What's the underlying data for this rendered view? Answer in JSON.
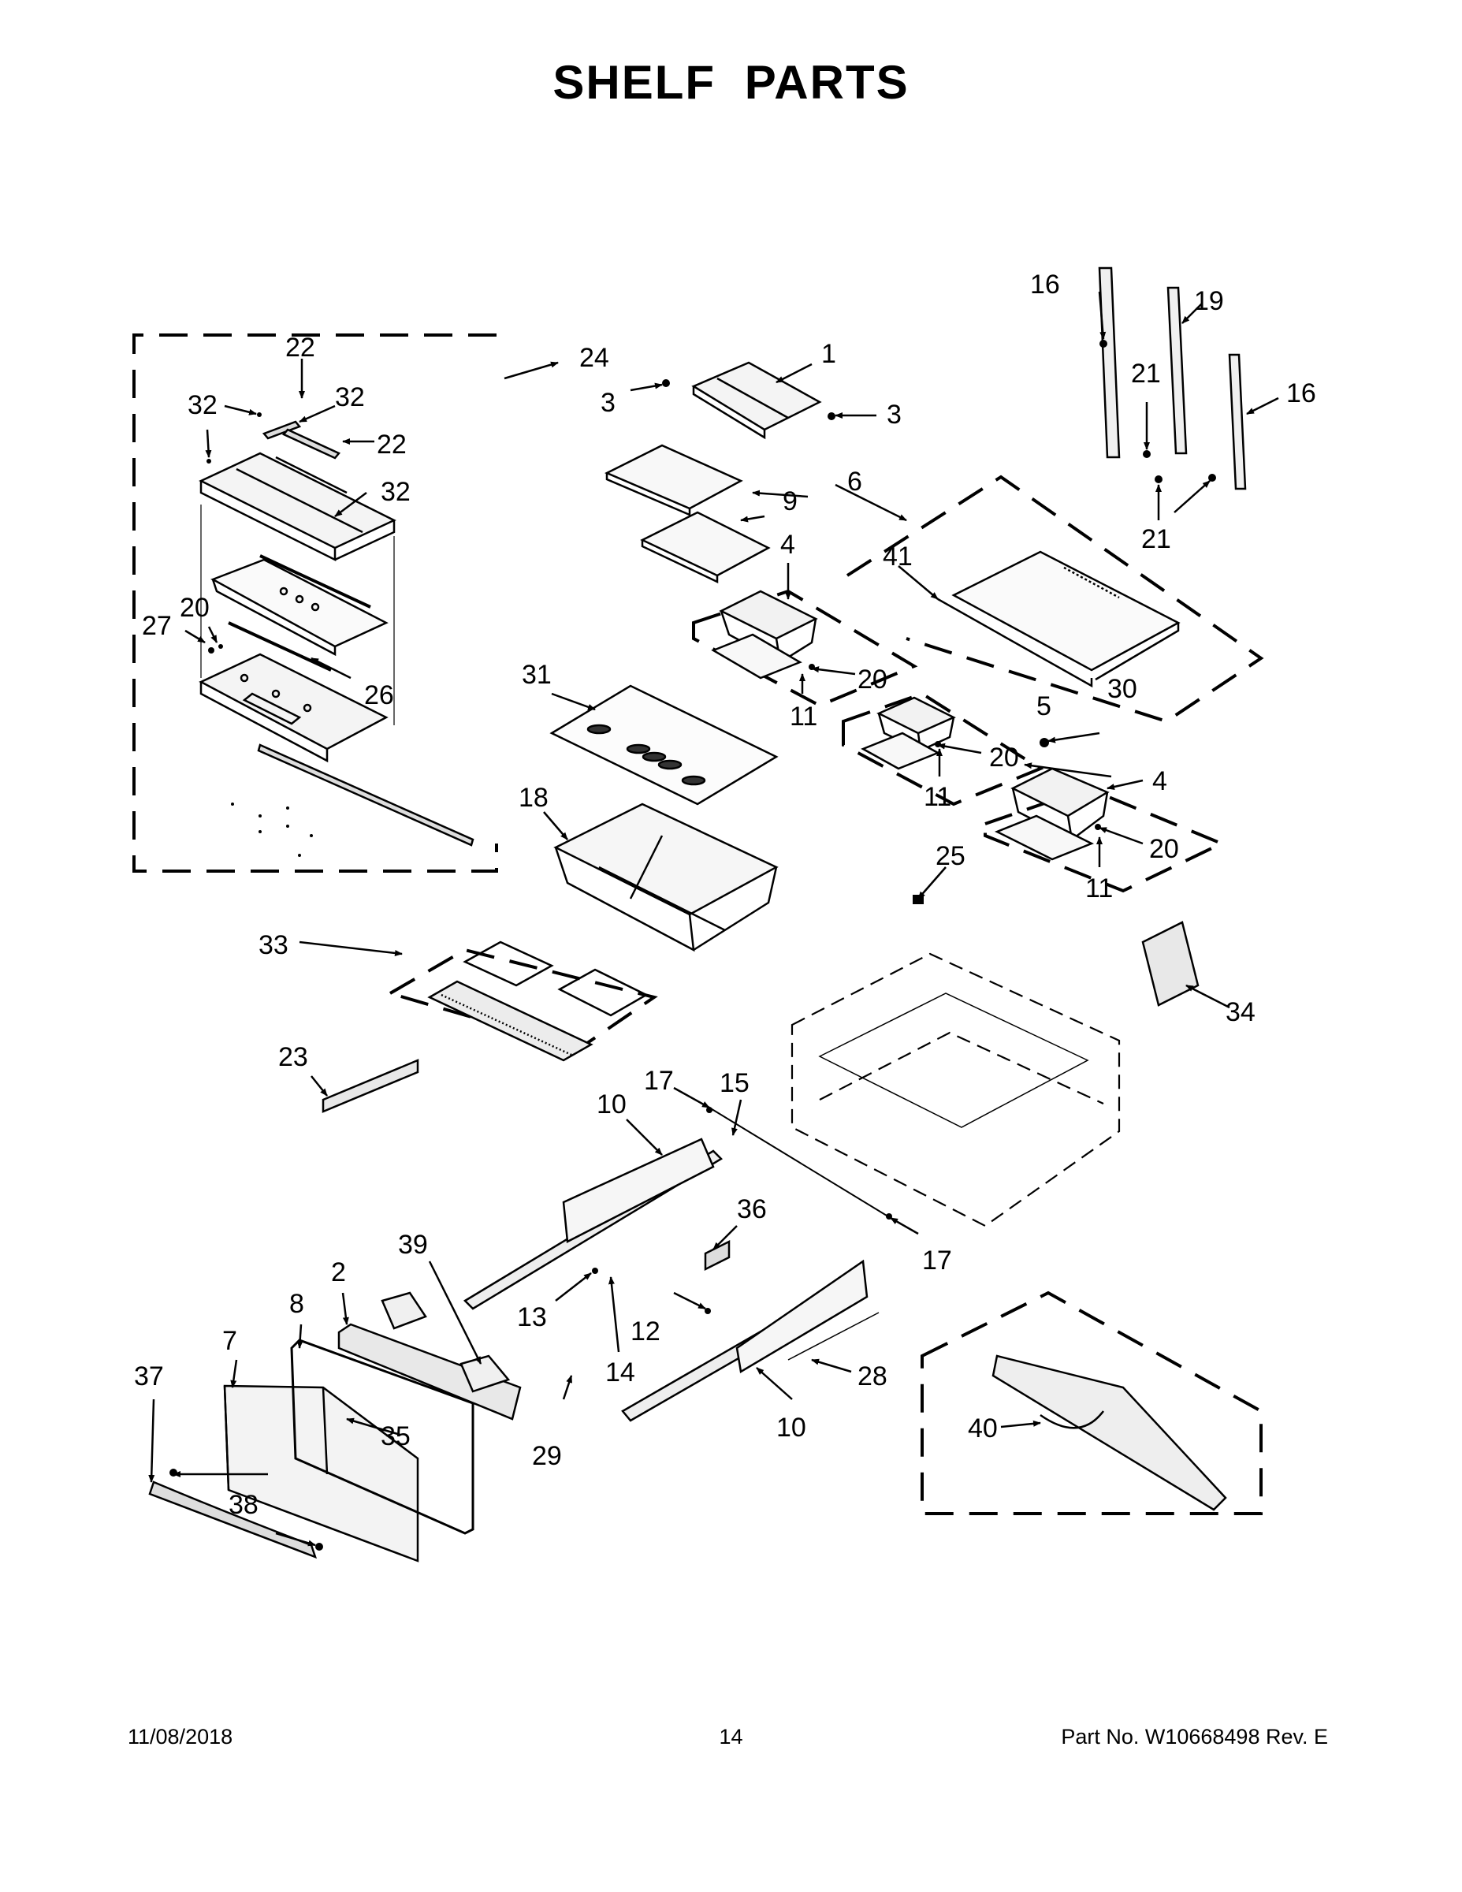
{
  "page": {
    "title": "SHELF PARTS"
  },
  "diagram": {
    "callouts": [
      "1",
      "2",
      "3",
      "3",
      "4",
      "4",
      "5",
      "6",
      "7",
      "8",
      "9",
      "10",
      "10",
      "11",
      "11",
      "11",
      "12",
      "13",
      "14",
      "15",
      "16",
      "16",
      "17",
      "17",
      "18",
      "19",
      "20",
      "20",
      "20",
      "20",
      "21",
      "21",
      "22",
      "22",
      "23",
      "24",
      "25",
      "26",
      "27",
      "28",
      "29",
      "30",
      "31",
      "32",
      "32",
      "32",
      "33",
      "34",
      "35",
      "36",
      "37",
      "38",
      "39",
      "40",
      "41"
    ]
  },
  "footer": {
    "date": "11/08/2018",
    "page_number": "14",
    "part_number": "Part No.  W10668498  Rev.  E"
  }
}
